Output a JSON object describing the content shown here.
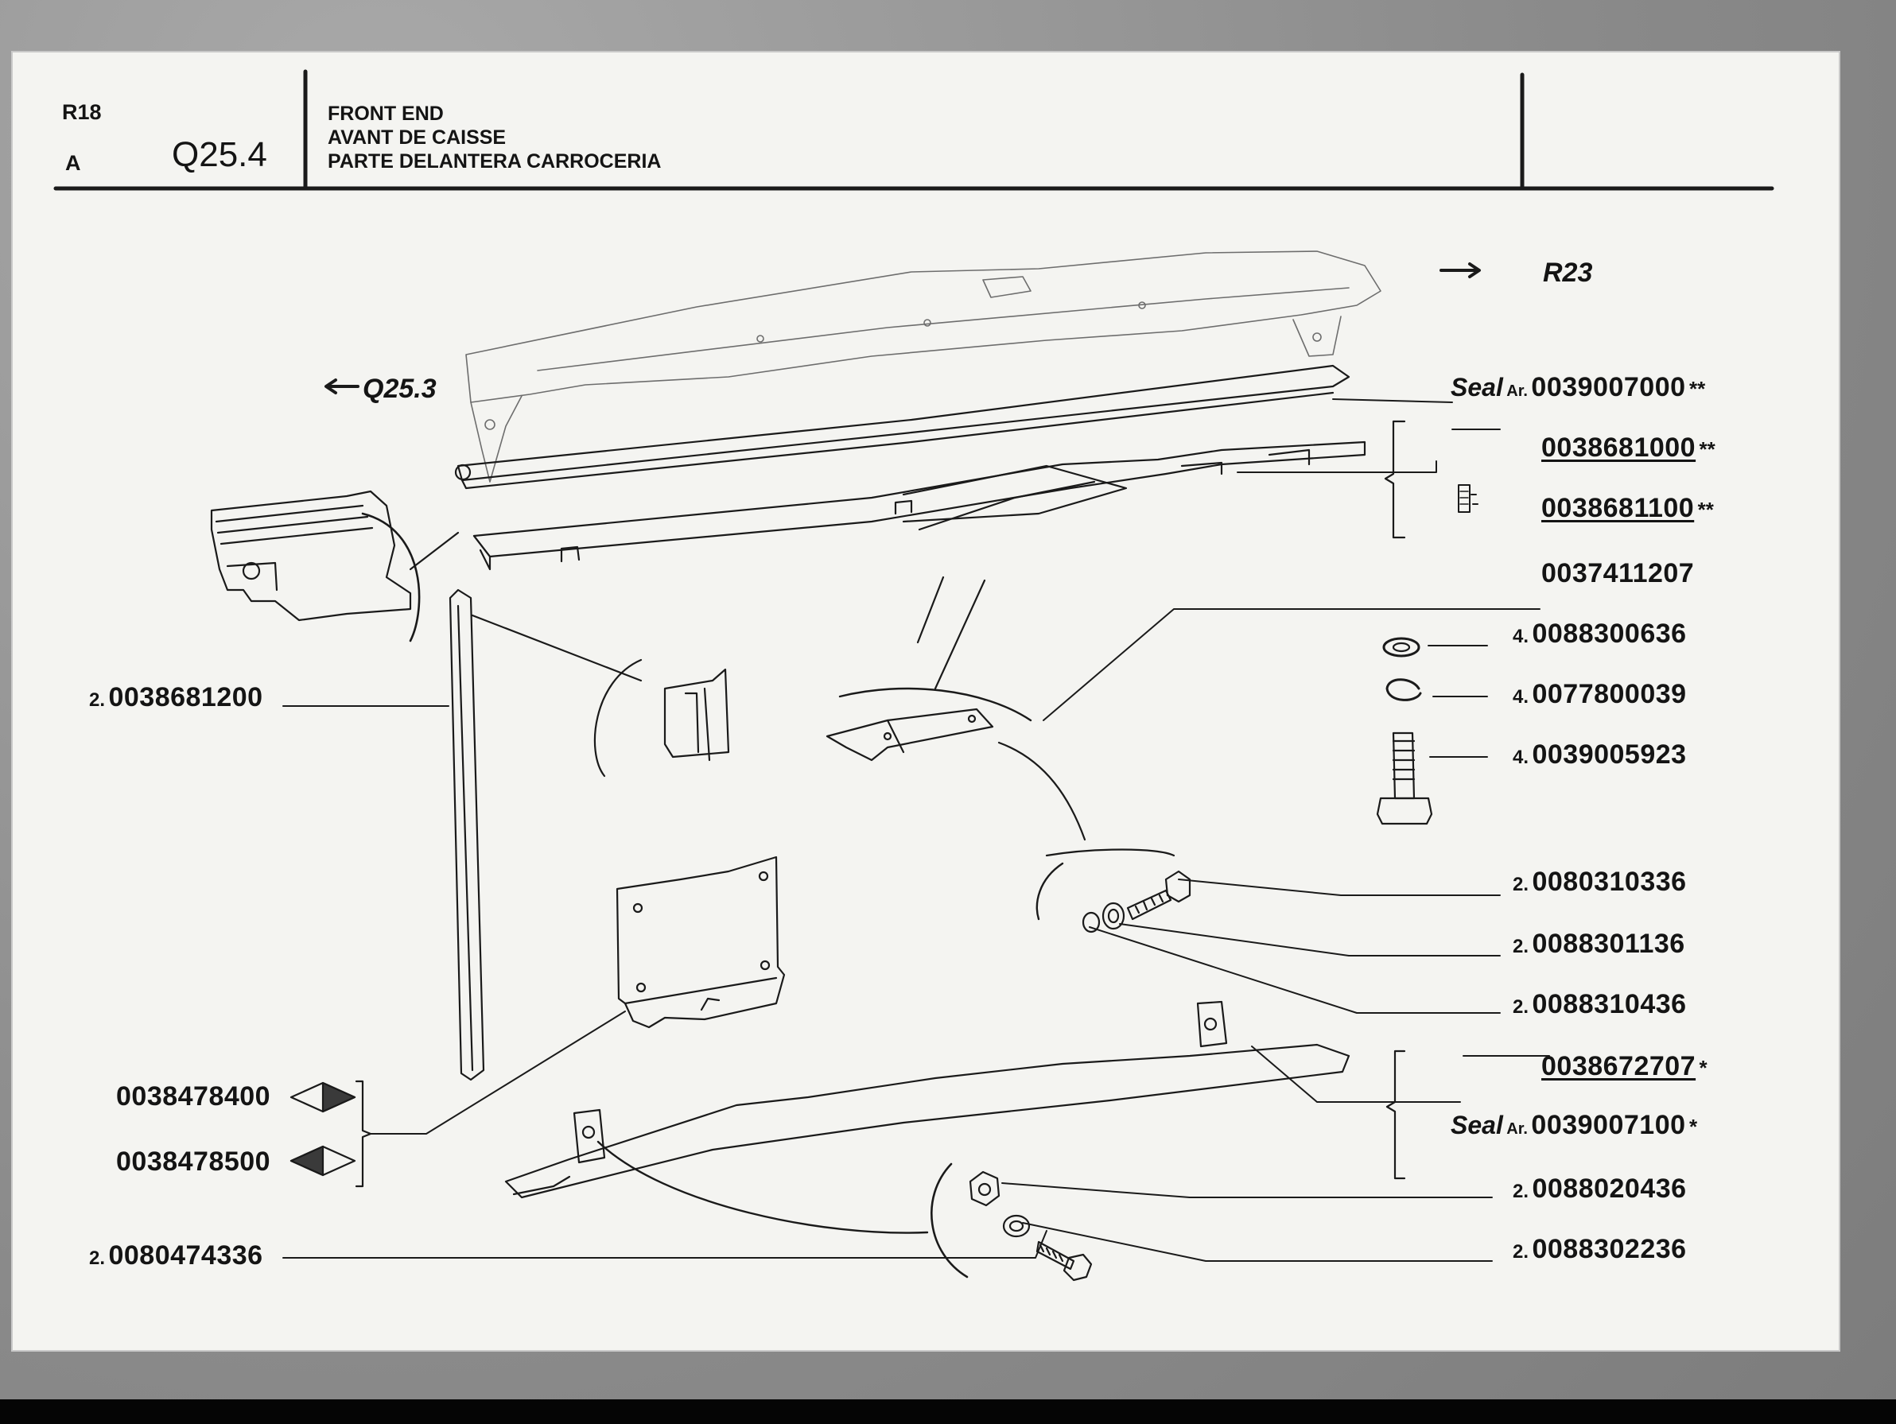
{
  "header": {
    "model": "R18",
    "variant": "A",
    "page_ref": "Q25.4",
    "titles": [
      "FRONT END",
      "AVANT DE CAISSE",
      "PARTE DELANTERA CARROCERIA"
    ]
  },
  "nav": {
    "prev": "Q25.3",
    "next": "R23"
  },
  "seal_label": "Seal",
  "seal_art": "Ar.",
  "parts": {
    "p_0039007000": {
      "qty": "",
      "number": "0039007000",
      "mark": "**"
    },
    "p_0038681000": {
      "qty": "",
      "number": "0038681000",
      "mark": "**"
    },
    "p_0038681100": {
      "qty": "",
      "number": "0038681100",
      "mark": "**"
    },
    "p_0037411207": {
      "qty": "",
      "number": "0037411207",
      "mark": ""
    },
    "p_0088300636": {
      "qty": "4.",
      "number": "0088300636",
      "mark": ""
    },
    "p_0077800039": {
      "qty": "4.",
      "number": "0077800039",
      "mark": ""
    },
    "p_0039005923": {
      "qty": "4.",
      "number": "0039005923",
      "mark": ""
    },
    "p_0038681200": {
      "qty": "2.",
      "number": "0038681200",
      "mark": ""
    },
    "p_0080310336": {
      "qty": "2.",
      "number": "0080310336",
      "mark": ""
    },
    "p_0088301136": {
      "qty": "2.",
      "number": "0088301136",
      "mark": ""
    },
    "p_0088310436": {
      "qty": "2.",
      "number": "0088310436",
      "mark": ""
    },
    "p_0038672707": {
      "qty": "",
      "number": "0038672707",
      "mark": "*"
    },
    "p_0039007100": {
      "qty": "",
      "number": "0039007100",
      "mark": "*"
    },
    "p_0038478400": {
      "qty": "",
      "number": "0038478400",
      "mark": ""
    },
    "p_0038478500": {
      "qty": "",
      "number": "0038478500",
      "mark": ""
    },
    "p_0088020436": {
      "qty": "2.",
      "number": "0088020436",
      "mark": ""
    },
    "p_0088302236": {
      "qty": "2.",
      "number": "0088302236",
      "mark": ""
    },
    "p_0080474336": {
      "qty": "2.",
      "number": "0080474336",
      "mark": ""
    }
  }
}
